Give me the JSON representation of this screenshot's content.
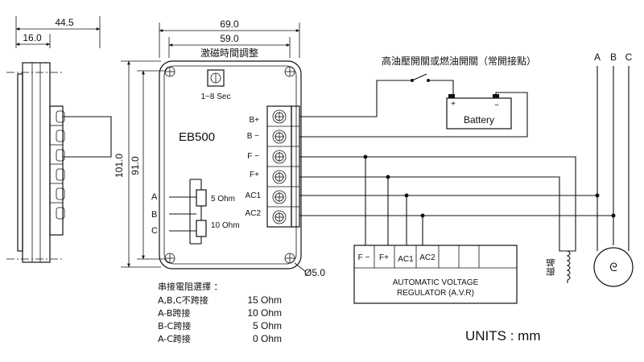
{
  "dimensions": {
    "top_outer": "69.0",
    "top_inner": "59.0",
    "height_outer": "101.0",
    "height_inner": "91.0",
    "side_total": "44.5",
    "side_part": "16.0",
    "hole": "Ø5.0"
  },
  "module": {
    "name": "EB500",
    "knob_title": "激磁時間調整",
    "knob_range": "1~8 Sec",
    "terminals": [
      "B+",
      "B −",
      "F −",
      "F+",
      "AC1",
      "AC2"
    ],
    "abc_labels": [
      "A",
      "B",
      "C"
    ],
    "resistor_labels": [
      "5 Ohm",
      "10 Ohm"
    ]
  },
  "switch_label": "高油壓開關或燃油開關（常開接點）",
  "battery": {
    "label": "Battery",
    "plus": "+",
    "minus": "−"
  },
  "generator": {
    "phases": [
      "A",
      "B",
      "C"
    ],
    "field_label": "磁場"
  },
  "avr": {
    "terminals": [
      "F −",
      "F+",
      "AC1",
      "AC2"
    ],
    "title_line1": "AUTOMATIC VOLTAGE",
    "title_line2": "REGULATOR  (A.V.R)"
  },
  "table": {
    "title": "串接電阻選擇 ：",
    "rows": [
      {
        "label": "A,B,C不跨接",
        "value": "15 Ohm"
      },
      {
        "label": "A-B跨接",
        "value": "10 Ohm"
      },
      {
        "label": "B-C跨接",
        "value": "5 Ohm"
      },
      {
        "label": "A-C跨接",
        "value": "0 Ohm"
      }
    ]
  },
  "units": "UNITS : mm"
}
